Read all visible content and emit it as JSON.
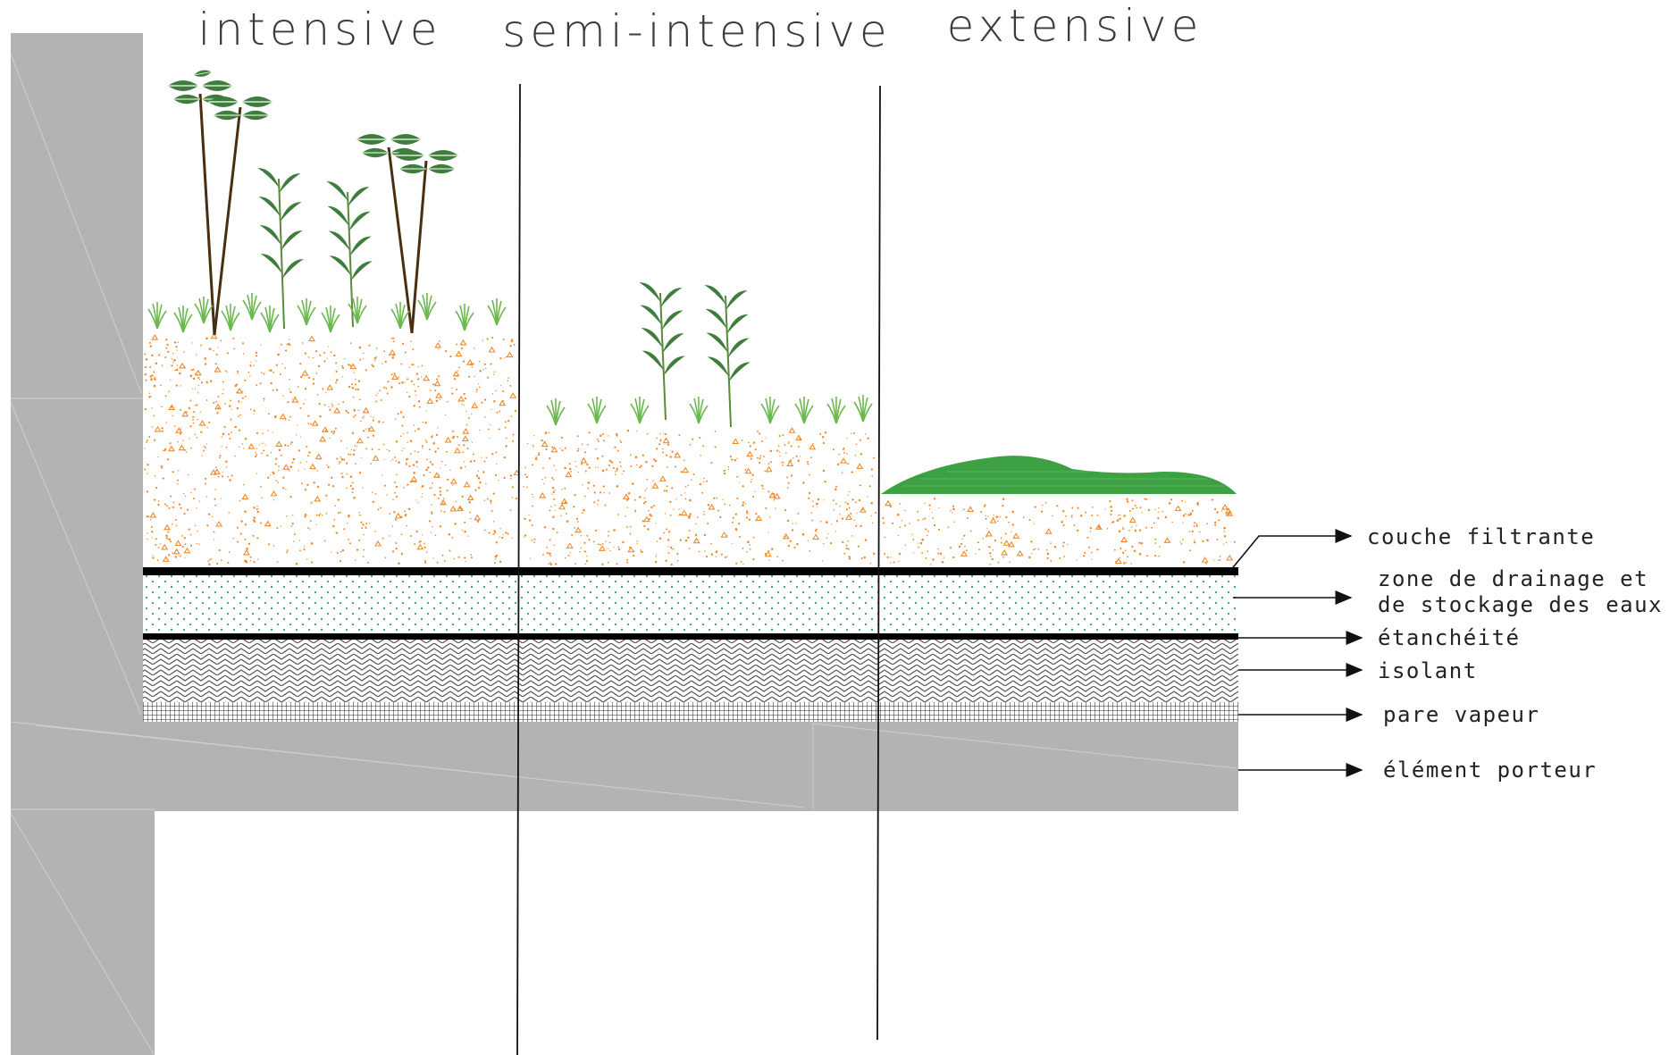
{
  "columns": {
    "intensive": "intensive",
    "semi_intensive": "semi-intensive",
    "extensive": "extensive"
  },
  "labels": {
    "couche_filtrante": "couche filtrante",
    "zone_drainage_line1": "zone de drainage et",
    "zone_drainage_line2": "de stockage des eaux",
    "etancheite": "étanchéité",
    "isolant": "isolant",
    "pare_vapeur": "pare vapeur",
    "element_porteur": "élément porteur"
  },
  "colors": {
    "concrete": "#b3b3b3",
    "soil_dot": "#f08a2c",
    "drainage_dot": "#2a9d8f",
    "leaf": "#3e7d3e",
    "grass": "#6ab84f",
    "moss": "#3da043",
    "stem": "#4a2e12",
    "membrane": "#000000"
  },
  "icons": {
    "pointer": "arrow-right-icon"
  }
}
